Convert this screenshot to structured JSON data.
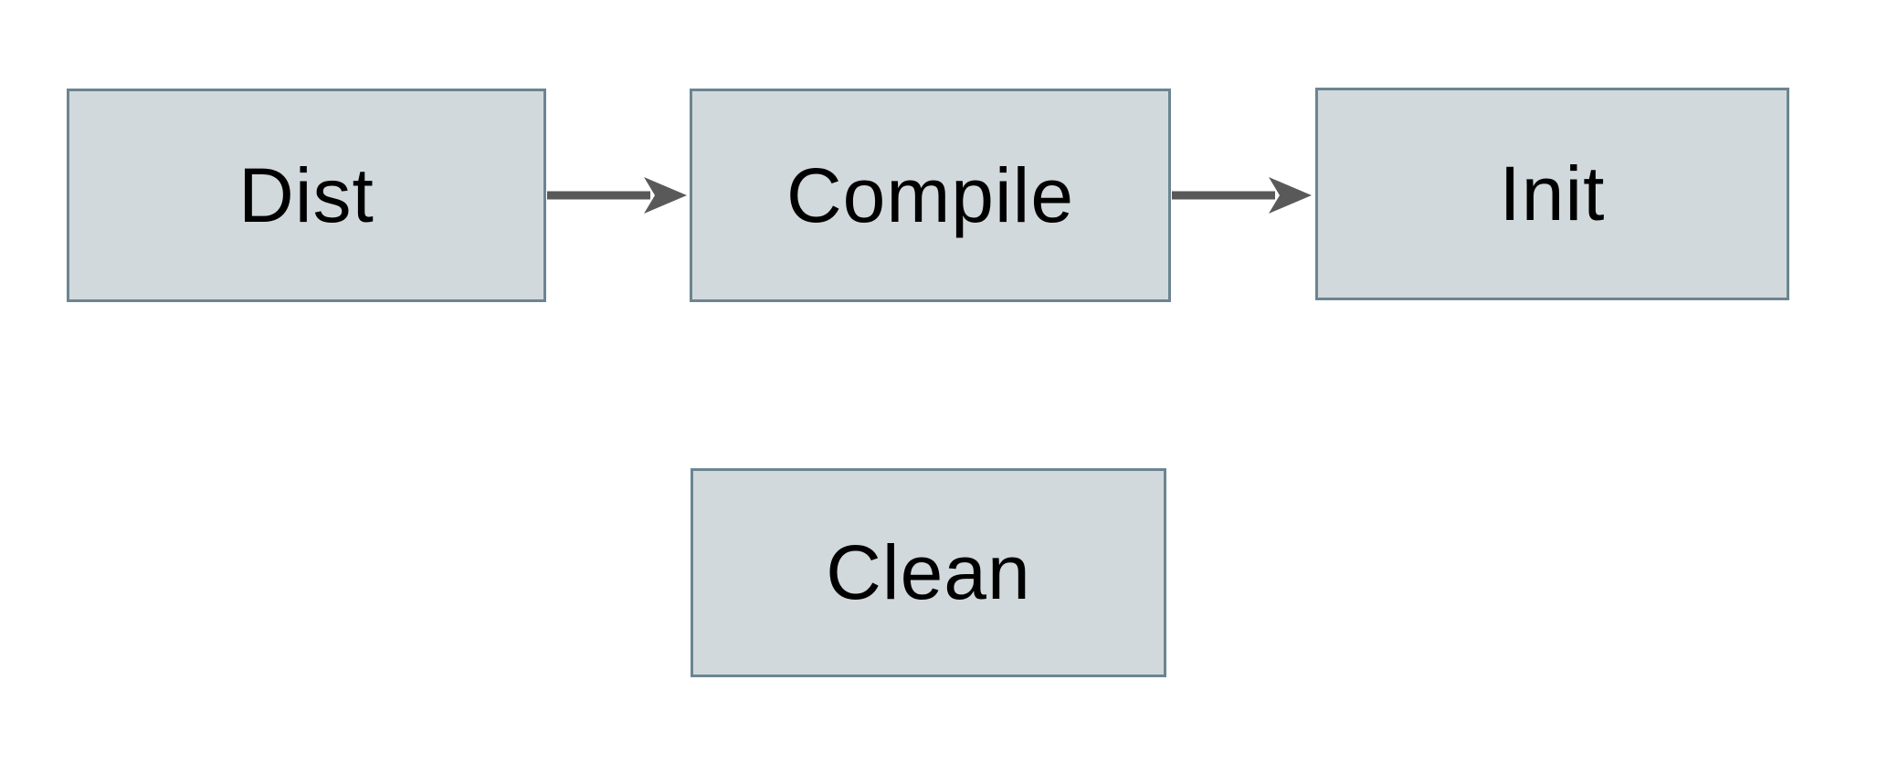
{
  "diagram": {
    "nodes": [
      {
        "id": "dist",
        "label": "Dist"
      },
      {
        "id": "compile",
        "label": "Compile"
      },
      {
        "id": "init",
        "label": "Init"
      },
      {
        "id": "clean",
        "label": "Clean"
      }
    ],
    "edges": [
      {
        "from": "Dist",
        "to": "Compile",
        "direction": "right"
      },
      {
        "from": "Compile",
        "to": "Init",
        "direction": "right"
      }
    ]
  },
  "colors": {
    "background": "#ffffff",
    "node_fill": "#d2d9dc",
    "node_border": "#6b8591",
    "arrow": "#595959",
    "label_text": "#000000"
  }
}
